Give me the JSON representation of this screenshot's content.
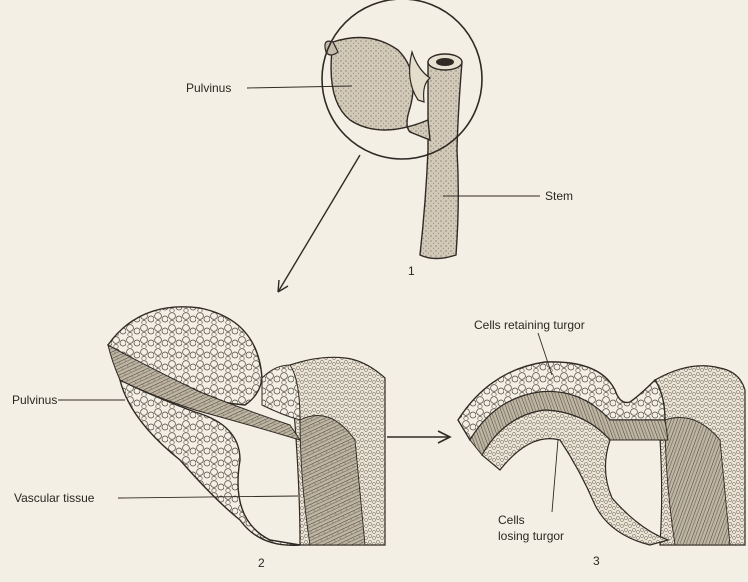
{
  "labels": {
    "pulvinus_top": "Pulvinus",
    "stem": "Stem",
    "fig1": "1",
    "pulvinus_left": "Pulvinus",
    "vascular_tissue": "Vascular tissue",
    "fig2": "2",
    "cells_retaining": "Cells retaining turgor",
    "cells_losing_line1": "Cells",
    "cells_losing_line2": "losing turgor",
    "fig3": "3"
  }
}
